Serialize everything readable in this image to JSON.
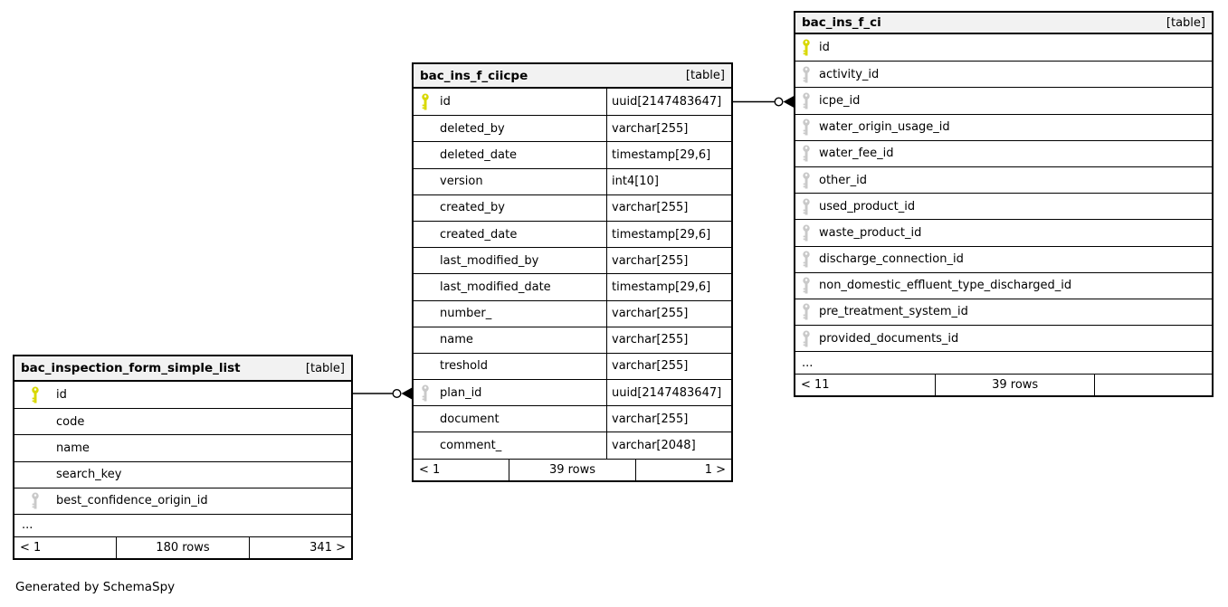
{
  "diagram": {
    "generator_note": "Generated by SchemaSpy",
    "colors": {
      "primary_key_icon": "#d8d800",
      "foreign_key_icon": "#c9c9c9",
      "header_background": "#f2f2f2",
      "border": "#000000",
      "background": "#ffffff"
    },
    "tables": [
      {
        "title": "bac_inspection_form_simple_list",
        "badge": "[table]",
        "columns": [
          {
            "name": "id",
            "key": "primary"
          },
          {
            "name": "code"
          },
          {
            "name": "name"
          },
          {
            "name": "search_key"
          },
          {
            "name": "best_confidence_origin_id",
            "key": "foreign"
          },
          {
            "name": "...",
            "ellipsis": true
          }
        ],
        "footer": {
          "left": "< 1",
          "center": "180 rows",
          "right": "341 >"
        }
      },
      {
        "title": "bac_ins_f_ciicpe",
        "badge": "[table]",
        "columns": [
          {
            "name": "id",
            "type": "uuid[2147483647]",
            "key": "primary"
          },
          {
            "name": "deleted_by",
            "type": "varchar[255]"
          },
          {
            "name": "deleted_date",
            "type": "timestamp[29,6]"
          },
          {
            "name": "version",
            "type": "int4[10]"
          },
          {
            "name": "created_by",
            "type": "varchar[255]"
          },
          {
            "name": "created_date",
            "type": "timestamp[29,6]"
          },
          {
            "name": "last_modified_by",
            "type": "varchar[255]"
          },
          {
            "name": "last_modified_date",
            "type": "timestamp[29,6]"
          },
          {
            "name": "number_",
            "type": "varchar[255]"
          },
          {
            "name": "name",
            "type": "varchar[255]"
          },
          {
            "name": "treshold",
            "type": "varchar[255]"
          },
          {
            "name": "plan_id",
            "type": "uuid[2147483647]",
            "key": "foreign"
          },
          {
            "name": "document",
            "type": "varchar[255]"
          },
          {
            "name": "comment_",
            "type": "varchar[2048]"
          }
        ],
        "footer": {
          "left": "< 1",
          "center": "39 rows",
          "right": "1 >"
        }
      },
      {
        "title": "bac_ins_f_ci",
        "badge": "[table]",
        "columns": [
          {
            "name": "id",
            "key": "primary"
          },
          {
            "name": "activity_id",
            "key": "foreign"
          },
          {
            "name": "icpe_id",
            "key": "foreign"
          },
          {
            "name": "water_origin_usage_id",
            "key": "foreign"
          },
          {
            "name": "water_fee_id",
            "key": "foreign"
          },
          {
            "name": "other_id",
            "key": "foreign"
          },
          {
            "name": "used_product_id",
            "key": "foreign"
          },
          {
            "name": "waste_product_id",
            "key": "foreign"
          },
          {
            "name": "discharge_connection_id",
            "key": "foreign"
          },
          {
            "name": "non_domestic_effluent_type_discharged_id",
            "key": "foreign"
          },
          {
            "name": "pre_treatment_system_id",
            "key": "foreign"
          },
          {
            "name": "provided_documents_id",
            "key": "foreign"
          },
          {
            "name": "...",
            "ellipsis": true
          }
        ],
        "footer": {
          "left": "< 11",
          "center": "39 rows",
          "right": ""
        }
      }
    ],
    "relationships": [
      {
        "from_table": "bac_inspection_form_simple_list",
        "from_column": "id",
        "to_table": "bac_ins_f_ciicpe",
        "to_column": "plan_id"
      },
      {
        "from_table": "bac_ins_f_ciicpe",
        "from_column": "id",
        "to_table": "bac_ins_f_ci",
        "to_column": "icpe_id"
      }
    ]
  }
}
